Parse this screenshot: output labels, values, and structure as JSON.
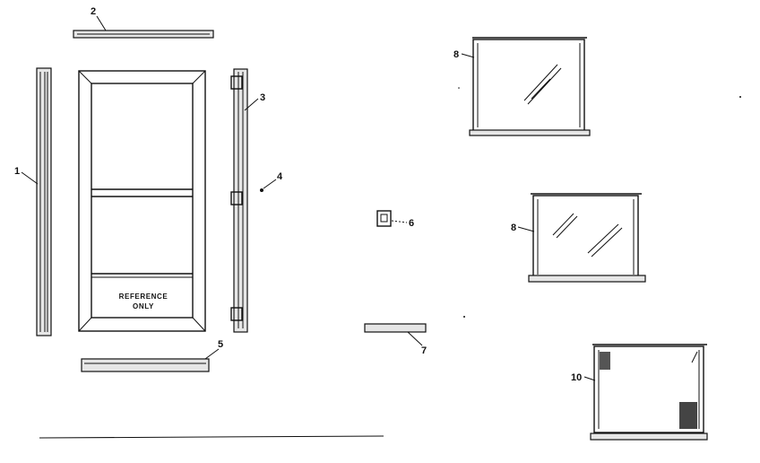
{
  "diagram": {
    "reference_text_line1": "REFERENCE",
    "reference_text_line2": "ONLY",
    "callouts": [
      {
        "id": "c1",
        "label": "1"
      },
      {
        "id": "c2",
        "label": "2"
      },
      {
        "id": "c3",
        "label": "3"
      },
      {
        "id": "c4",
        "label": "4"
      },
      {
        "id": "c5",
        "label": "5"
      },
      {
        "id": "c6",
        "label": "6"
      },
      {
        "id": "c7",
        "label": "7"
      },
      {
        "id": "c8a",
        "label": "8"
      },
      {
        "id": "c8b",
        "label": "8"
      },
      {
        "id": "c10",
        "label": "10"
      }
    ]
  }
}
